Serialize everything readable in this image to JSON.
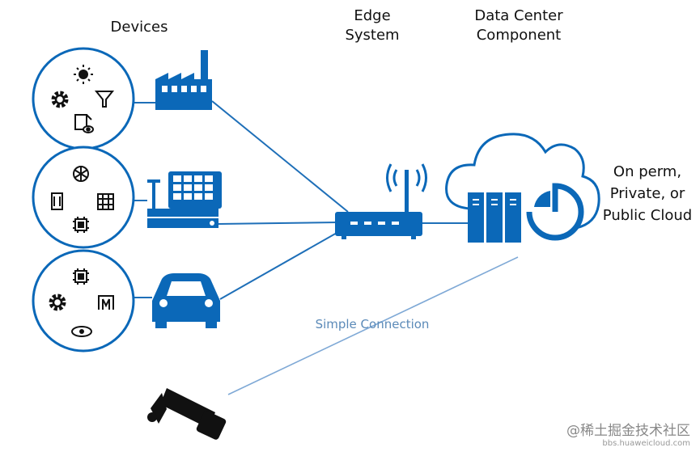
{
  "labels": {
    "devices": "Devices",
    "edge_line1": "Edge",
    "edge_line2": "System",
    "dc_line1": "Data Center",
    "dc_line2": "Component",
    "cloud_line1": "On perm,",
    "cloud_line2": "Private, or",
    "cloud_line3": "Public Cloud",
    "simple_connection": "Simple Connection"
  },
  "watermark": {
    "line1": "@稀土掘金技术社区",
    "line2": "bbs.huaweicloud.com"
  },
  "colors": {
    "primary_blue": "#0b68b8",
    "connection_line": "#1e6fb8",
    "simple_line": "#7fa9d6"
  },
  "icons": [
    "factory-icon",
    "cash-register-icon",
    "car-icon",
    "security-camera-icon",
    "router-icon",
    "cloud-server-icon",
    "gear-icon",
    "sun-icon",
    "filter-icon",
    "chip-icon",
    "grid-icon",
    "eye-icon"
  ]
}
